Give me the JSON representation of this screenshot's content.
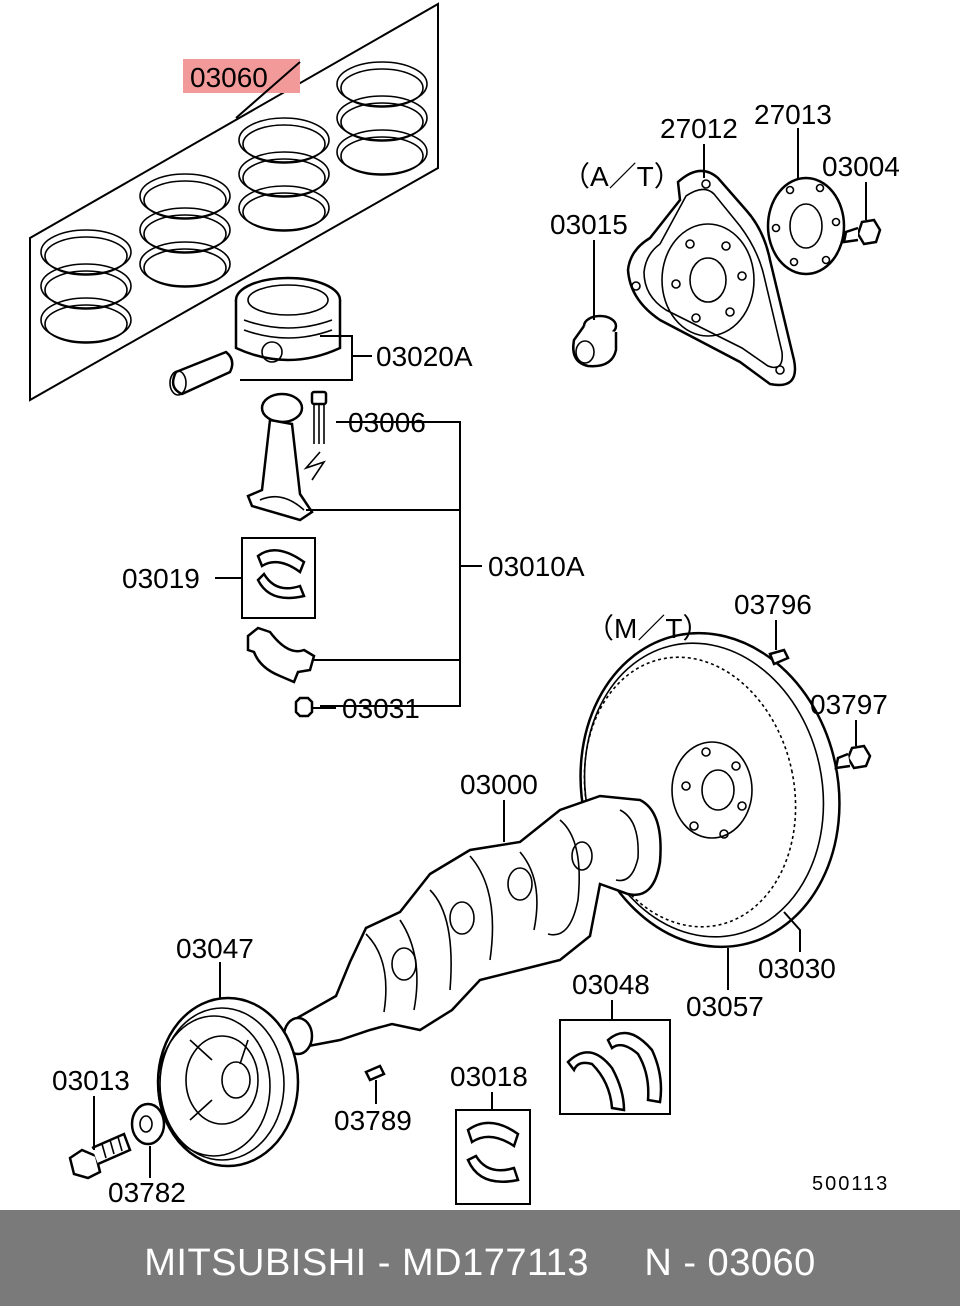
{
  "diagram": {
    "highlight_color": "#f29a9a",
    "highlighted_part": "03060",
    "callouts": {
      "p03060": "03060",
      "p03020A": "03020A",
      "p03006": "03006",
      "p03019": "03019",
      "p03010A": "03010A",
      "p03031": "03031",
      "p27012": "27012",
      "p27013": "27013",
      "p03004": "03004",
      "p03015": "03015",
      "at": "（A／T）",
      "mt": "（M／T）",
      "p03796": "03796",
      "p03797": "03797",
      "p03000": "03000",
      "p03030": "03030",
      "p03057": "03057",
      "p03048": "03048",
      "p03047": "03047",
      "p03013": "03013",
      "p03782": "03782",
      "p03789": "03789",
      "p03018": "03018"
    },
    "figure_code": "500113"
  },
  "footer": {
    "text": "MITSUBISHI - MD177113     N - 03060",
    "background": "#7a7a7a"
  }
}
